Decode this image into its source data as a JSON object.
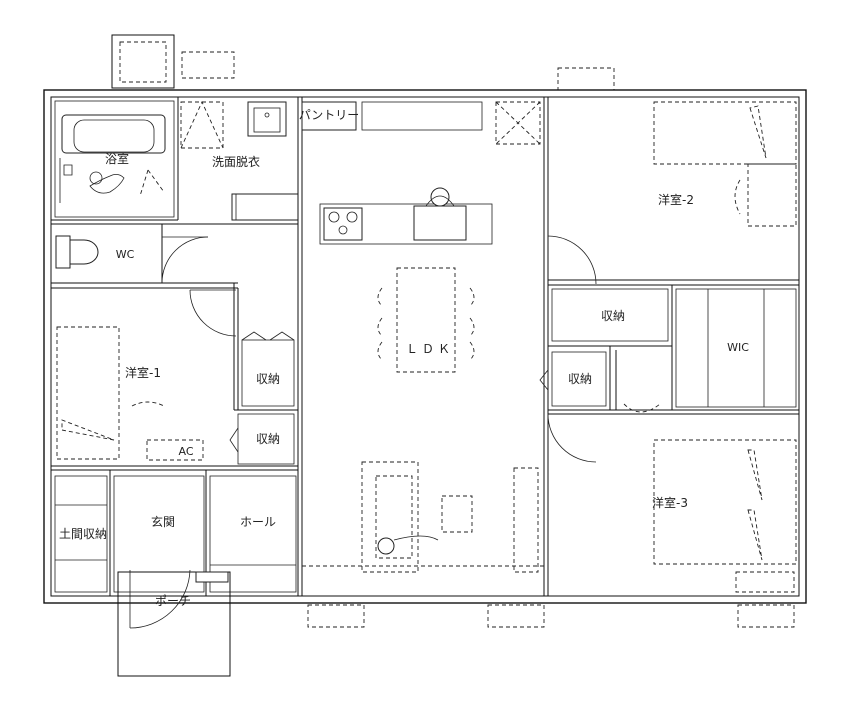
{
  "rooms": {
    "bath": "浴室",
    "washroom": "洗面脱衣",
    "pantry": "パントリー",
    "wc": "WC",
    "ldk": "ＬＤＫ",
    "western2": "洋室-2",
    "western1": "洋室-1",
    "storage_a": "収納",
    "storage_b": "収納",
    "storage_c": "収納",
    "storage_d": "収納",
    "wic": "WIC",
    "ac": "AC",
    "western3": "洋室-3",
    "doma_storage": "土間収納",
    "entrance": "玄関",
    "hall": "ホール",
    "porch": "ポーチ"
  }
}
